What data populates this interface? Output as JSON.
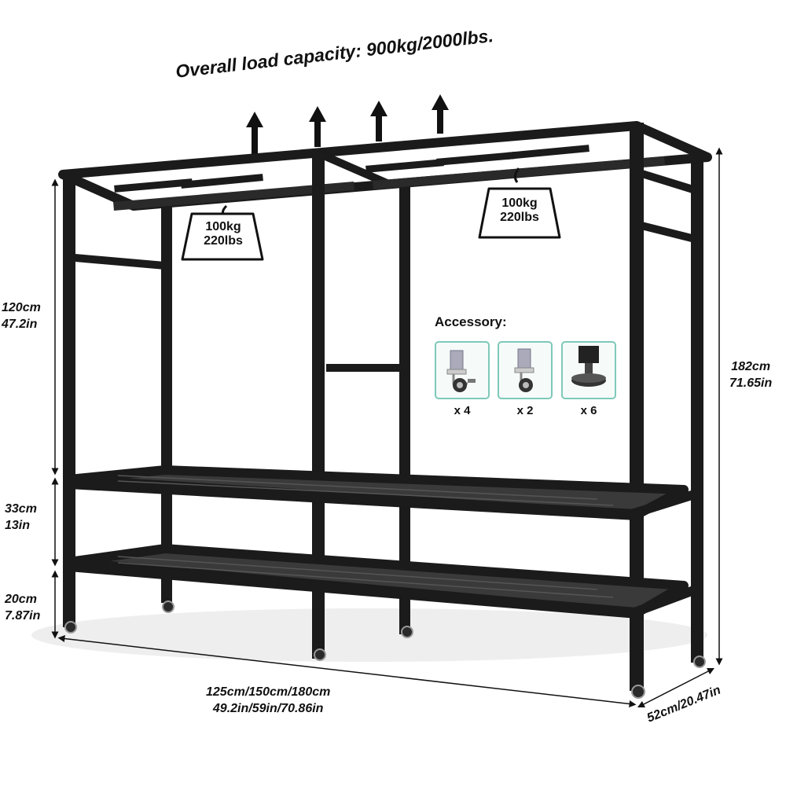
{
  "headline": "Overall load capacity: 900kg/2000lbs.",
  "hook_loads": [
    {
      "kg": "100kg",
      "lbs": "220lbs"
    },
    {
      "kg": "100kg",
      "lbs": "220lbs"
    }
  ],
  "accessory": {
    "title": "Accessory:",
    "items": [
      {
        "icon": "swivel-caster-brake-icon",
        "qty": "x 4"
      },
      {
        "icon": "swivel-caster-icon",
        "qty": "x 2"
      },
      {
        "icon": "leveling-foot-icon",
        "qty": "x 6"
      }
    ]
  },
  "dimensions": {
    "upper_cm": "120cm",
    "upper_in": "47.2in",
    "middle_cm": "33cm",
    "middle_in": "13in",
    "lower_cm": "20cm",
    "lower_in": "7.87in",
    "height_cm": "182cm",
    "height_in": "71.65in",
    "length_cm": "125cm/150cm/180cm",
    "length_in": "49.2in/59in/70.86in",
    "depth": "52cm/20.47in"
  },
  "colors": {
    "frame": "#1b1b1b",
    "accent": "#7ec9b9"
  }
}
